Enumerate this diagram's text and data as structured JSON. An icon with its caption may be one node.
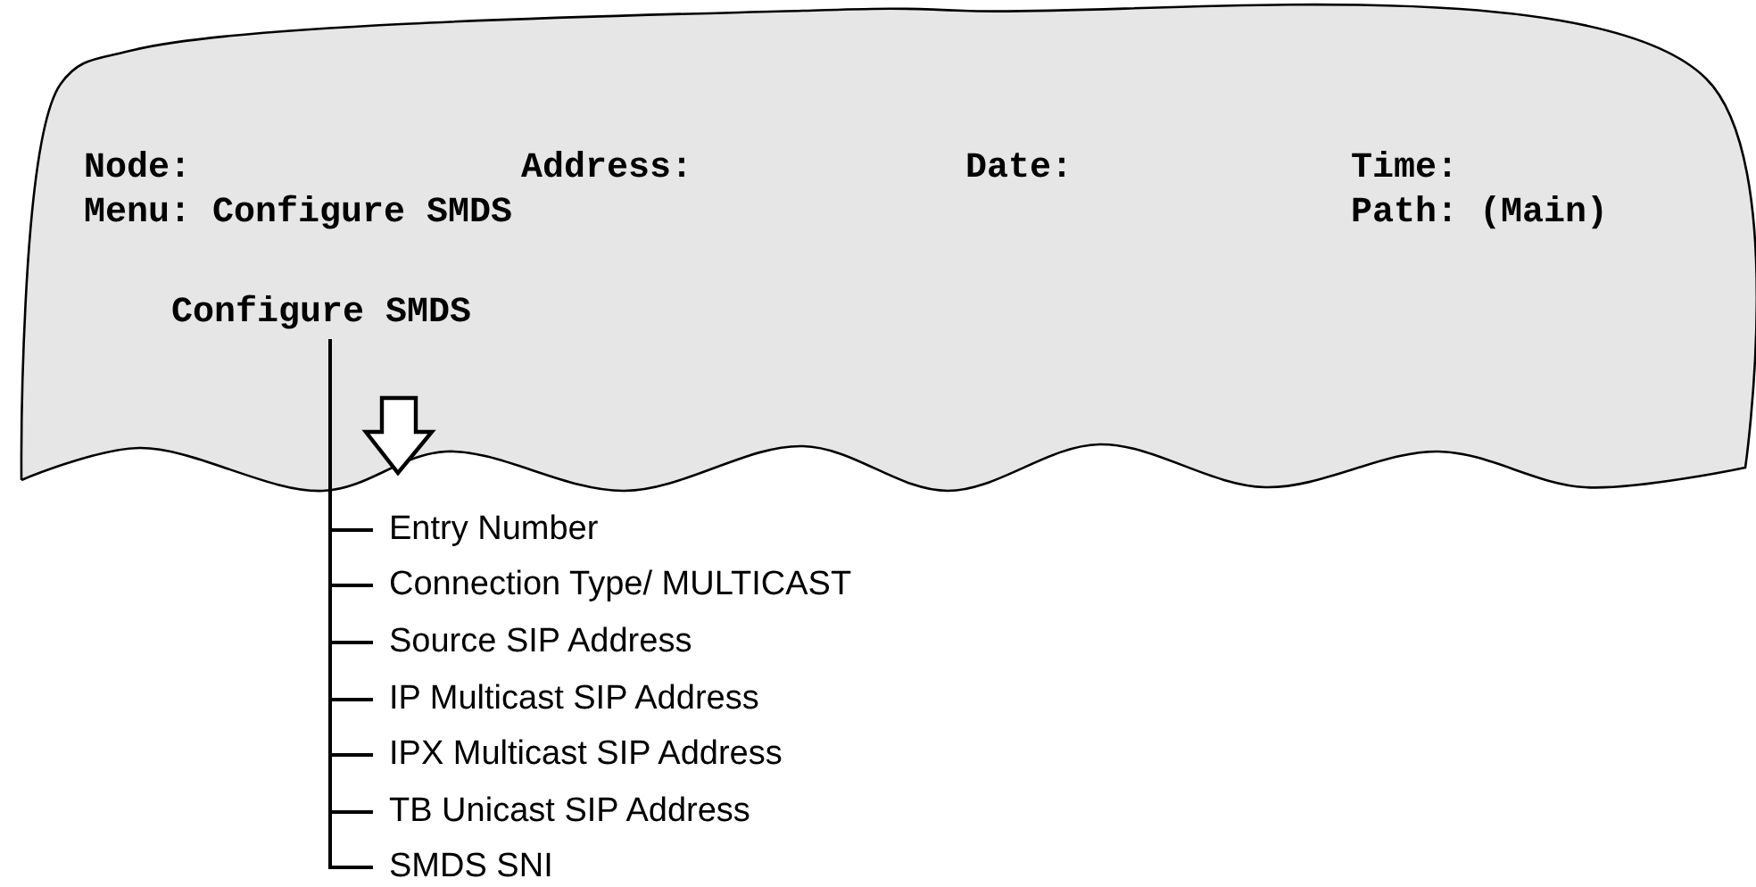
{
  "diagram": {
    "nodes": [
      {
        "text": [
          "Node:",
          "Address:",
          "Date:",
          "Time:",
          "Menu: Configure SMDS",
          "Path: (Main)"
        ]
      },
      {
        "text": [
          "Configure SMDS"
        ],
        "in": 0
      },
      {
        "text": [
          "Entry Number"
        ]
      },
      {
        "text": [
          "Connection Type/ MULTICAST"
        ]
      },
      {
        "text": [
          "Source SIP Address"
        ]
      },
      {
        "text": [
          "IP Multicast SIP Address"
        ]
      },
      {
        "text": [
          "IPX Multicast SIP Address"
        ]
      },
      {
        "text": [
          "TB Unicast SIP Address"
        ]
      },
      {
        "text": [
          "SMDS SNI"
        ]
      }
    ],
    "edges": [
      {
        "from": 1,
        "to": 2,
        "arrow": "none"
      },
      {
        "from": 1,
        "to": 3,
        "arrow": "none"
      },
      {
        "from": 1,
        "to": 4,
        "arrow": "none"
      },
      {
        "from": 1,
        "to": 5,
        "arrow": "none"
      },
      {
        "from": 1,
        "to": 6,
        "arrow": "none"
      },
      {
        "from": 1,
        "to": 7,
        "arrow": "none"
      },
      {
        "from": 1,
        "to": 8,
        "arrow": "none"
      }
    ]
  }
}
